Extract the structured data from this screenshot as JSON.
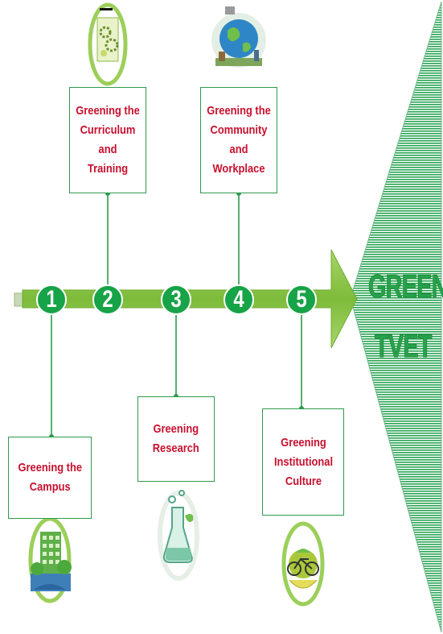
{
  "colors": {
    "green": "#1fa14a",
    "arrow_green": "#8cc63f",
    "box_border": "#2e9a4c",
    "label_red": "#c8102e"
  },
  "goal": {
    "line1": "GREEN",
    "line2": "TVET"
  },
  "steps": [
    {
      "number": "1",
      "label": "Greening the\nCampus",
      "icon": "green-building-icon"
    },
    {
      "number": "2",
      "label": "Greening the\nCurriculum and\nTraining",
      "icon": "gears-document-icon"
    },
    {
      "number": "3",
      "label": "Greening\nResearch",
      "icon": "lab-flask-icon"
    },
    {
      "number": "4",
      "label": "Greening the\nCommunity\nand Workplace",
      "icon": "globe-community-icon"
    },
    {
      "number": "5",
      "label": "Greening\nInstitutional\nCulture",
      "icon": "bicycle-gear-icon"
    }
  ]
}
